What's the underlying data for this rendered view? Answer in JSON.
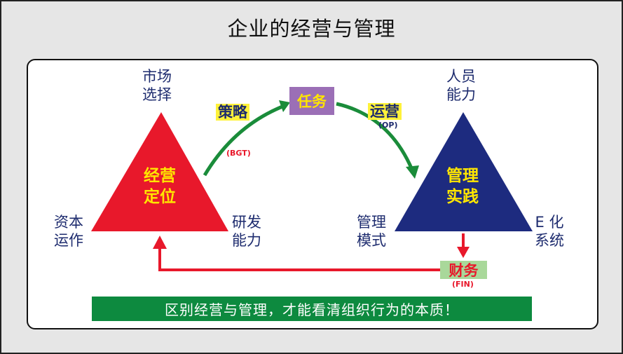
{
  "title": "企业的经营与管理",
  "left_triangle": {
    "center_label": "经营\n定位",
    "top_label": "市场\n选择",
    "bottom_left_label": "资本\n运作",
    "bottom_right_label": "研发\n能力",
    "color": "#e8182b"
  },
  "right_triangle": {
    "center_label": "管理\n实践",
    "top_label": "人员\n能力",
    "bottom_left_label": "管理\n模式",
    "bottom_right_label": "E 化\n系统",
    "color": "#1d2b7f"
  },
  "flow": {
    "strategy_label": "策略",
    "strategy_abbr": "(BGT)",
    "task_label": "任务",
    "operation_label": "运营",
    "operation_abbr": "(OP)",
    "finance_label": "财务",
    "finance_abbr": "(FIN)"
  },
  "banner_text": "区别经营与管理，才能看清组织行为的本质！",
  "colors": {
    "arrow_green": "#1a8c3a",
    "arrow_red": "#e8182b",
    "highlight_yellow": "#fff23a",
    "task_purple": "#9b6fb6",
    "fin_green": "#a9d89a",
    "banner_green": "#0d8a3f"
  }
}
